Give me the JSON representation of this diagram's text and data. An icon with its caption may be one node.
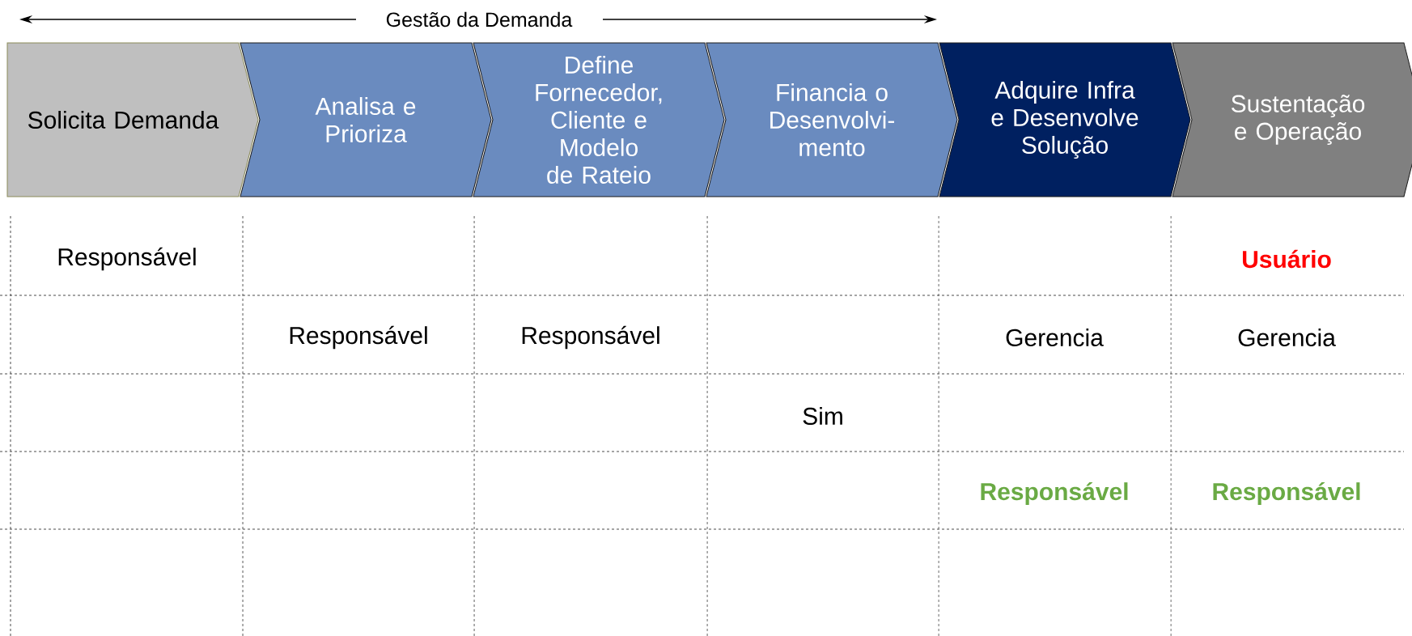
{
  "diagram": {
    "nodes": [
      {
        "text": [
          "Solicita Demanda"
        ]
      },
      {
        "text": [
          "Analisa e Prioriza"
        ]
      },
      {
        "text": [
          "Define Fornecedor, Cliente e Modelo de Rateio"
        ]
      },
      {
        "text": [
          "Financia o Desenvolvi- mento"
        ]
      },
      {
        "text": [
          "Adquire Infra e Desenvolve Solução"
        ]
      },
      {
        "text": [
          "Sustentação e Operação"
        ]
      }
    ],
    "labels": [
      "Gestão da Demanda",
      "Responsável",
      "Usuário",
      "Responsável",
      "Responsável",
      "Gerencia",
      "Gerencia",
      "Sim",
      "Responsável",
      "Responsável"
    ]
  }
}
